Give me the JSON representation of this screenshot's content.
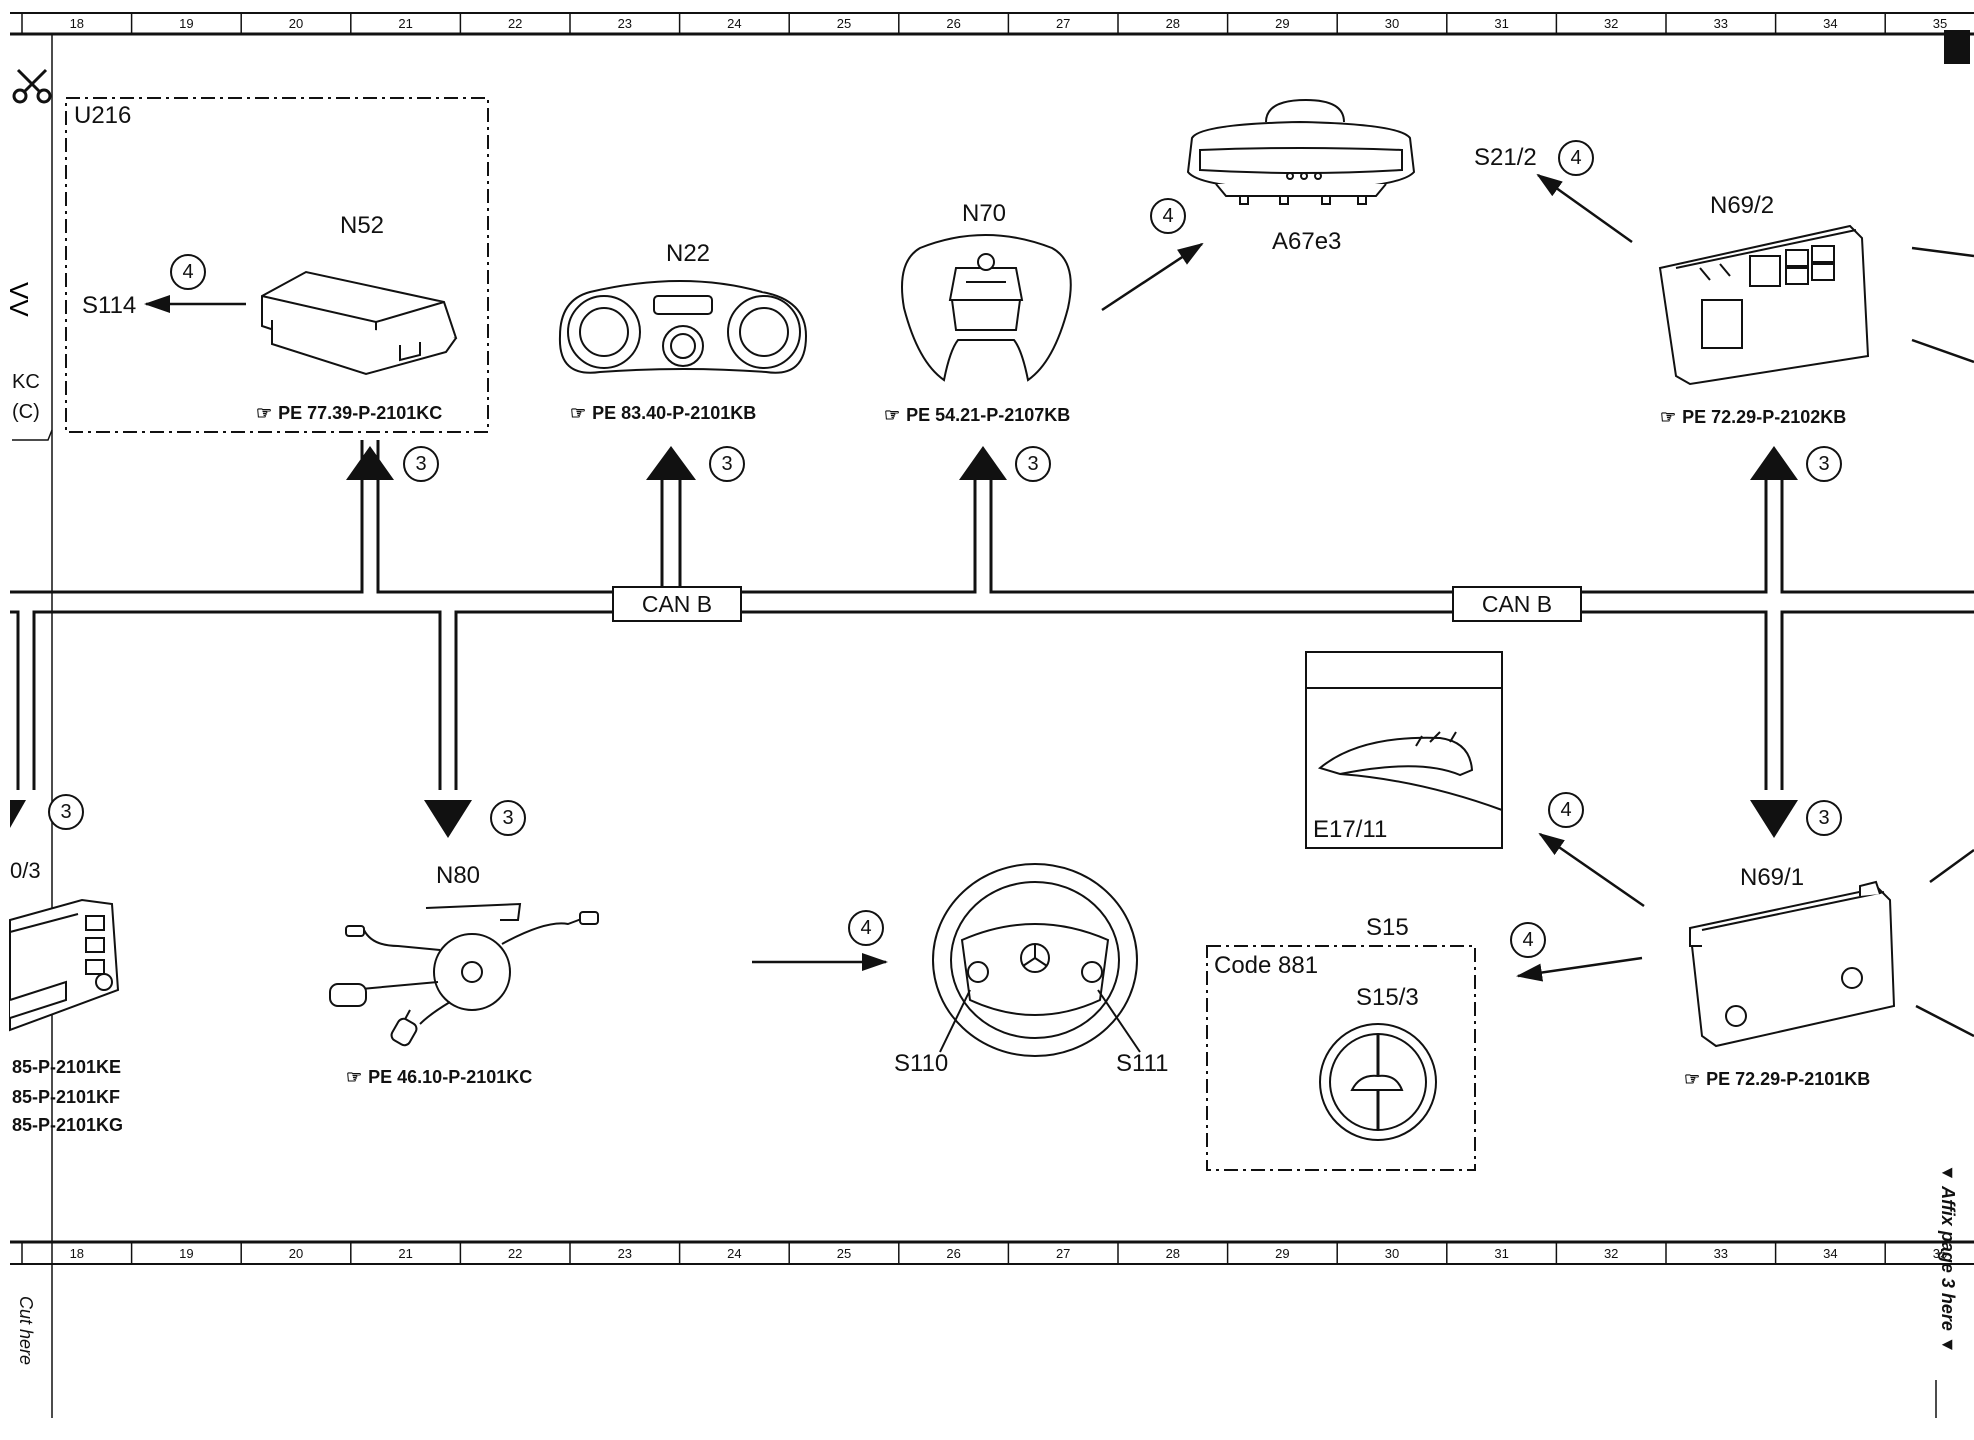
{
  "ruler": {
    "numbers": [
      "18",
      "19",
      "20",
      "21",
      "22",
      "23",
      "24",
      "25",
      "26",
      "27",
      "28",
      "29",
      "30",
      "31",
      "32",
      "33",
      "34",
      "35"
    ]
  },
  "labels": {
    "u216": "U216",
    "n52": "N52",
    "s114": "S114",
    "n22": "N22",
    "n70": "N70",
    "a67e3": "A67e3",
    "s21_2": "S21/2",
    "n69_2": "N69/2",
    "n80": "N80",
    "e17_11": "E17/11",
    "s15": "S15",
    "code881": "Code 881",
    "s15_3": "S15/3",
    "s110": "S110",
    "s111": "S111",
    "n69_1": "N69/1",
    "partial_left_top1": "KC",
    "partial_left_top2": "(C)",
    "partial_left_mid": "0/3"
  },
  "references": {
    "n52": "PE 77.39-P-2101KC",
    "n22": "PE 83.40-P-2101KB",
    "n70": "PE 54.21-P-2107KB",
    "n69_2": "PE 72.29-P-2102KB",
    "n80": "PE 46.10-P-2101KC",
    "n69_1": "PE 72.29-P-2101KB",
    "left1": "85-P-2101KE",
    "left2": "85-P-2101KF",
    "left3": "85-P-2101KG"
  },
  "bus": {
    "label_left": "CAN B",
    "label_right": "CAN B"
  },
  "callouts": {
    "three": "3",
    "four": "4"
  },
  "margin_text": {
    "cut_here": "Cut here",
    "affix": "▼ Affix page 3 here ▼"
  }
}
